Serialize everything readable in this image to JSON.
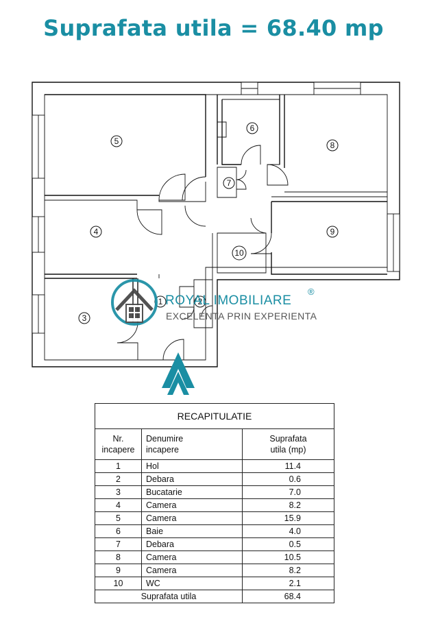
{
  "title": "Suprafata utila = 68.40 mp",
  "watermark": {
    "brand": "ROYAL IMOBILIARE",
    "registered": "®",
    "slogan": "EXCELENTA PRIN EXPERIENTA",
    "accent_color": "#1a8ea3"
  },
  "rooms": [
    {
      "number": "1"
    },
    {
      "number": "2"
    },
    {
      "number": "3"
    },
    {
      "number": "4"
    },
    {
      "number": "5"
    },
    {
      "number": "6"
    },
    {
      "number": "7"
    },
    {
      "number": "8"
    },
    {
      "number": "9"
    },
    {
      "number": "10"
    }
  ],
  "entrance_icon": "entrance-arrow-icon",
  "table": {
    "title": "RECAPITULATIE",
    "headers": {
      "nr_line1": "Nr.",
      "nr_line2": "incapere",
      "name_line1": "Denumire",
      "name_line2": "incapere",
      "area_line1": "Suprafata",
      "area_line2": "utila  (mp)"
    },
    "rows": [
      {
        "nr": "1",
        "name": "Hol",
        "area": "11.4"
      },
      {
        "nr": "2",
        "name": "Debara",
        "area": "0.6"
      },
      {
        "nr": "3",
        "name": "Bucatarie",
        "area": "7.0"
      },
      {
        "nr": "4",
        "name": "Camera",
        "area": "8.2"
      },
      {
        "nr": "5",
        "name": "Camera",
        "area": "15.9"
      },
      {
        "nr": "6",
        "name": "Baie",
        "area": "4.0"
      },
      {
        "nr": "7",
        "name": "Debara",
        "area": "0.5"
      },
      {
        "nr": "8",
        "name": "Camera",
        "area": "10.5"
      },
      {
        "nr": "9",
        "name": "Camera",
        "area": "8.2"
      },
      {
        "nr": "10",
        "name": "WC",
        "area": "2.1"
      }
    ],
    "total_label": "Suprafata  utila",
    "total_value": "68.4"
  }
}
